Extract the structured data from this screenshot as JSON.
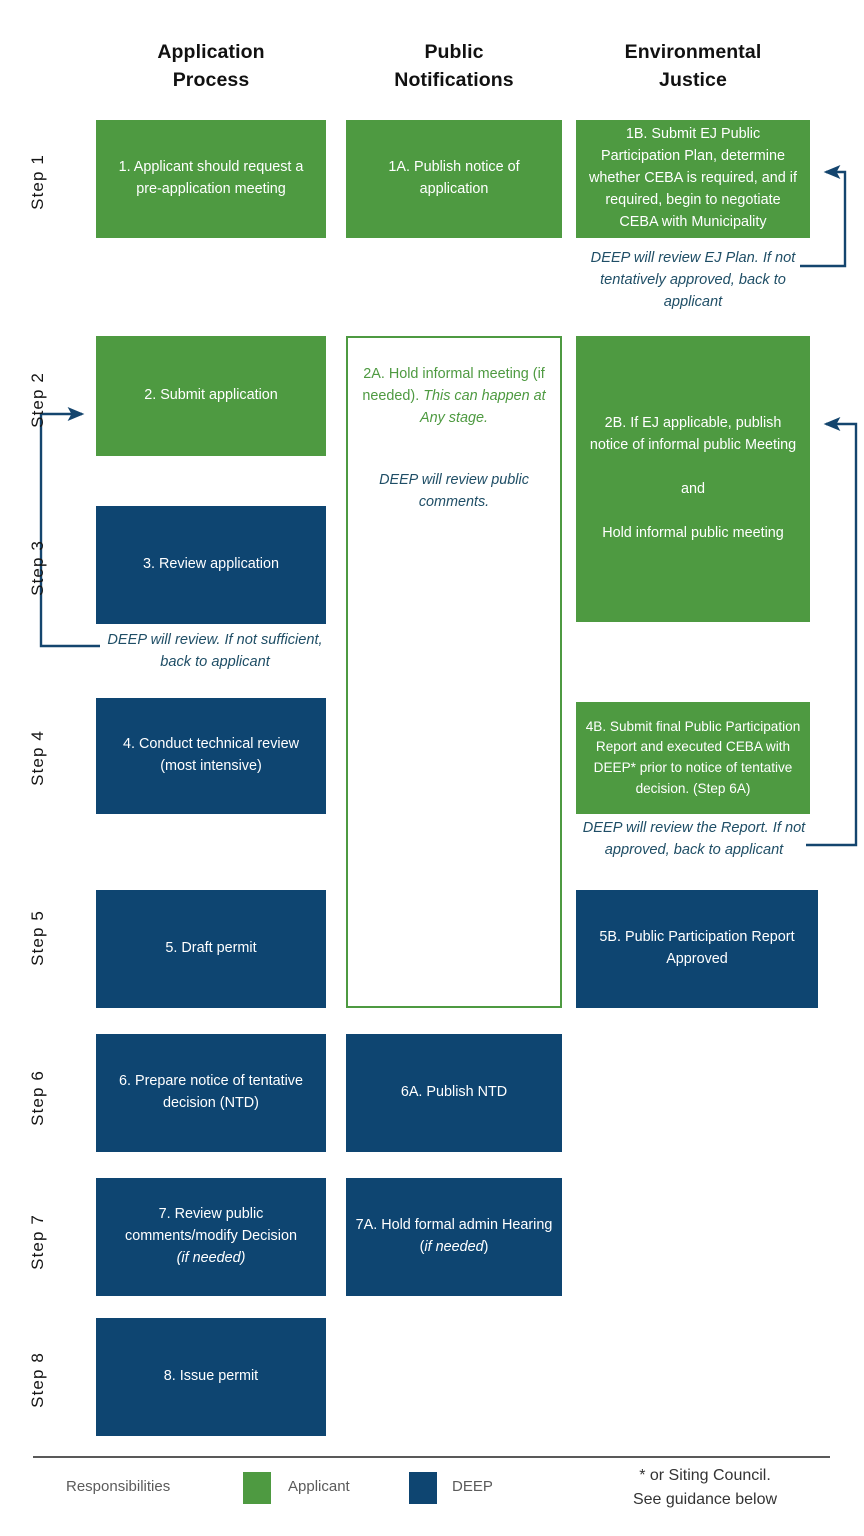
{
  "columns": [
    {
      "line1": "Application",
      "line2": "Process"
    },
    {
      "line1": "Public",
      "line2": "Notifications"
    },
    {
      "line1": "Environmental",
      "line2": "Justice"
    }
  ],
  "steps": [
    {
      "label": "Step 1"
    },
    {
      "label": "Step 2"
    },
    {
      "label": "Step 3"
    },
    {
      "label": "Step 4"
    },
    {
      "label": "Step 5"
    },
    {
      "label": "Step 6"
    },
    {
      "label": "Step 7"
    },
    {
      "label": "Step 8"
    }
  ],
  "boxes": {
    "b1": "1. Applicant should request a pre-application meeting",
    "b1a": "1A. Publish notice of application",
    "b1b": "1B. Submit EJ Public Participation Plan, determine whether CEBA is required, and if required, begin to negotiate CEBA with Municipality",
    "b2": "2. Submit application",
    "b2a_main": "2A. Hold informal meeting (if needed). ",
    "b2a_italic": "This can happen at Any stage.",
    "b2a_note": "DEEP will review public comments.",
    "b2b": "2B. If EJ applicable, publish notice of informal public Meeting\n\nand\n\nHold informal public meeting",
    "b3": "3. Review application",
    "b4": "4. Conduct technical review (most intensive)",
    "b4b": "4B. Submit final Public Participation Report and executed CEBA with DEEP* prior to notice of tentative decision. (Step 6A)",
    "b5": "5. Draft permit",
    "b5b": "5B. Public Participation Report Approved",
    "b6": "6. Prepare notice of tentative decision (NTD)",
    "b6a": "6A. Publish NTD",
    "b7_line1": "7. Review public comments/modify Decision",
    "b7_line2": "(if needed)",
    "b7a_line1": "7A. Hold formal admin Hearing (",
    "b7a_italic": "if needed",
    "b7a_line2": ")",
    "b8": "8. Issue permit"
  },
  "notes": {
    "ej_plan": "DEEP will review EJ Plan. If not tentatively approved, back to applicant",
    "review_app": "DEEP will review. If not sufficient, back to applicant",
    "report": "DEEP will review the Report. If not approved, back to applicant"
  },
  "legend": {
    "title": "Responsibilities",
    "applicant_label": "Applicant",
    "deep_label": "DEEP",
    "footnote_line1": "* or Siting Council.",
    "footnote_line2": "See guidance below"
  },
  "colors": {
    "applicant_green": "#4E9A41",
    "deep_blue": "#0E4571",
    "note_teal": "#1F4E66",
    "rule_gray": "#595959"
  }
}
